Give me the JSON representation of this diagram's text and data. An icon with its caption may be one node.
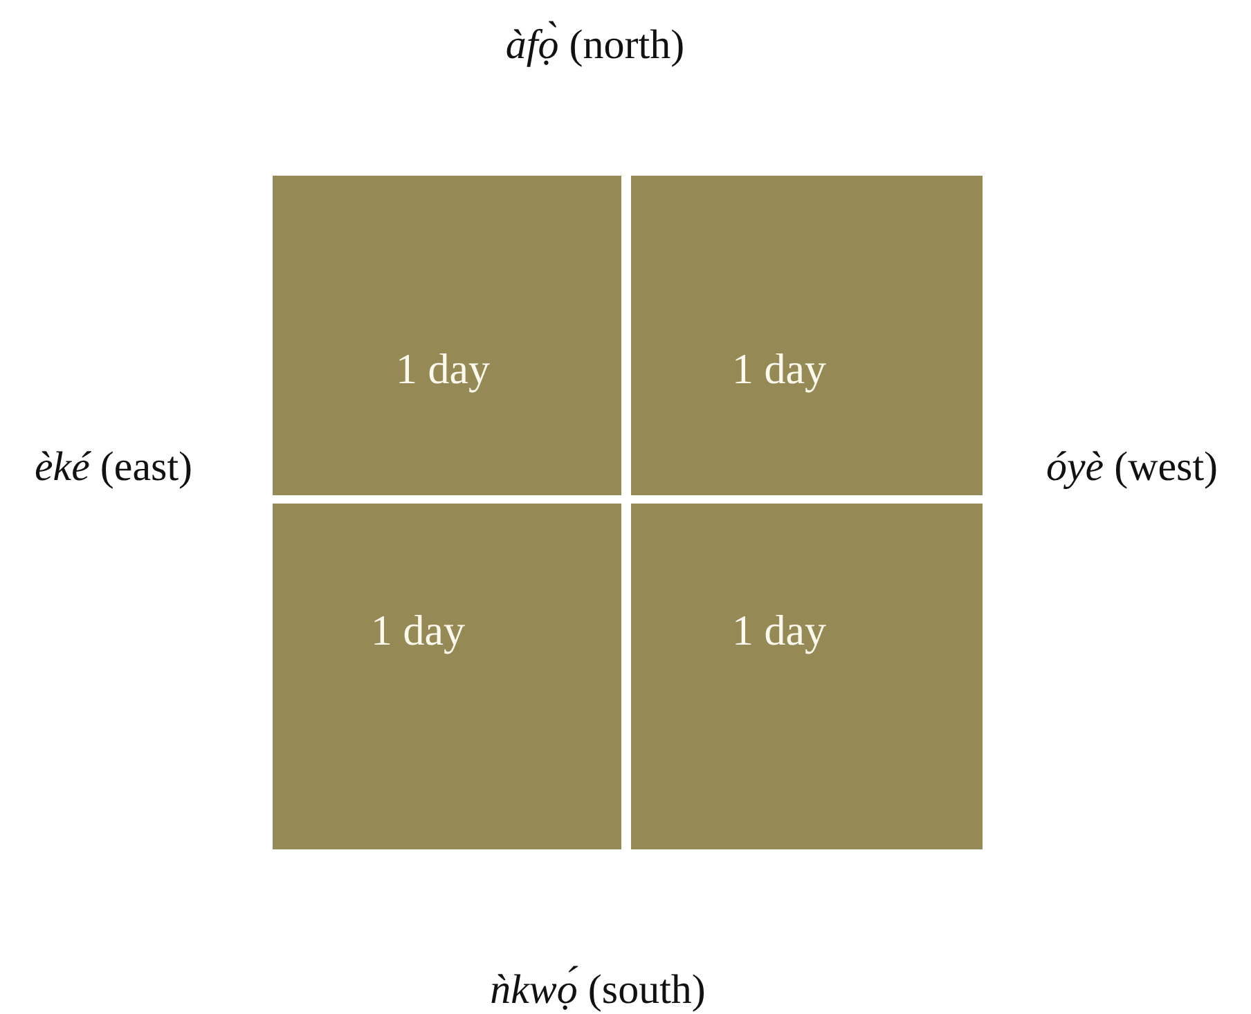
{
  "diagram": {
    "nodes": [
      {
        "text": [
          "1 day"
        ]
      },
      {
        "text": [
          "1 day"
        ]
      },
      {
        "text": [
          "1 day"
        ]
      },
      {
        "text": [
          "1 day"
        ]
      }
    ],
    "labels": [
      "*àfọ̀* (north)",
      "*èké* (east)",
      "*óyè* (west)",
      "*ǹkwọ́* (south)"
    ]
  }
}
